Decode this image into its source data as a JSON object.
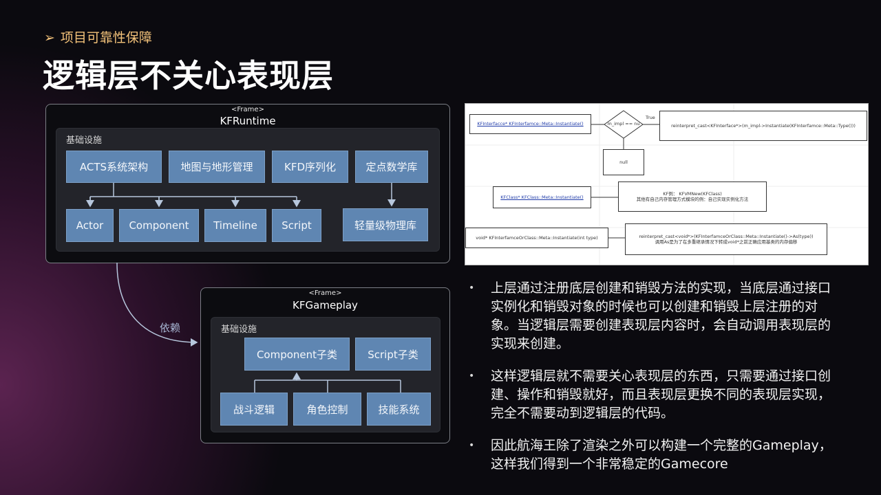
{
  "header": {
    "section": "项目可靠性保障",
    "title": "逻辑层不关心表现层"
  },
  "runtime": {
    "frame_tag": "<Frame>",
    "name": "KFRuntime",
    "infra_label": "基础设施",
    "boxes": {
      "acts": "ACTS系统架构",
      "map": "地图与地形管理",
      "kfd": "KFD序列化",
      "math": "定点数学库",
      "actor": "Actor",
      "component": "Component",
      "timeline": "Timeline",
      "script": "Script",
      "physics": "轻量级物理库"
    }
  },
  "dependency_label": "依赖",
  "gameplay": {
    "frame_tag": "<Frame>",
    "name": "KFGameplay",
    "infra_label": "基础设施",
    "boxes": {
      "component_sub": "Component子类",
      "script_sub": "Script子类",
      "battle": "战斗逻辑",
      "role": "角色控制",
      "skill": "技能系统"
    }
  },
  "flowchart": {
    "n1": "KFInterfacce* KFInterfamce::Meta::Instantiate()",
    "cond": "m_impl == nu",
    "true_label": "True",
    "n2": "reinterpret_cast<KFInterface*>(m_impl->Instantiate(KFInterfamce::Meta::Type()))",
    "null": "null",
    "n3": "KFClass* KFClass::Meta::Instantiate()",
    "n4a": "KF例： KFVMNew(KFClass)",
    "n4b": "其他有自己内存管理方式模块的例：自己实现实例化方法",
    "n5": "void* KFInterfamceOrClass::Meta::Instantiate(int type)",
    "n6a": "reinterpret_cast<void*>(KFInterfamceOrClass::Meta::Instantiate()->As(type))",
    "n6b": "调用As是为了在多重继承情况下转成void*之前正确应用基类的内存偏移"
  },
  "bullets": [
    "上层通过注册底层创建和销毁方法的实现，当底层通过接口实例化和销毁对象的时候也可以创建和销毁上层注册的对象。当逻辑层需要创建表现层内容时，会自动调用表现层的实现来创建。",
    "这样逻辑层就不需要关心表现层的东西，只需要通过接口创建、操作和销毁就好，而且表现层更换不同的表现层实现，完全不需要动到逻辑层的代码。",
    "因此航海王除了渲染之外可以构建一个完整的Gameplay，这样我们得到一个非常稳定的Gamecore"
  ],
  "bullet_marker": "•",
  "colors": {
    "accent": "#f3c27a",
    "box": "#5f86b2",
    "frame_border": "#7c7f86"
  }
}
